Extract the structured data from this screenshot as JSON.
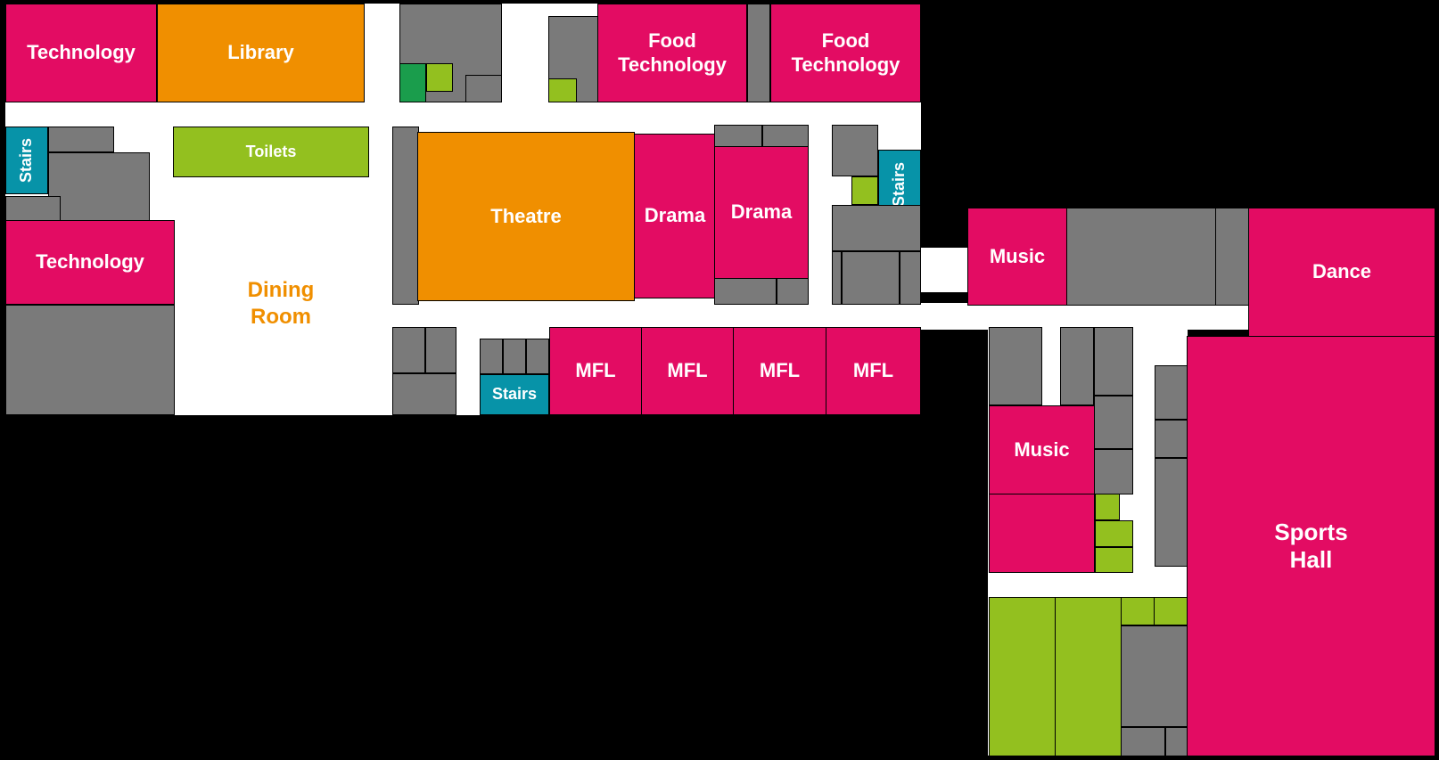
{
  "colors": {
    "teaching_room": "#e30c63",
    "hall": "#f08f00",
    "toilets": "#93c01f",
    "stairs": "#0793a8",
    "service": "#7a7a7a",
    "background": "#000000",
    "corridor": "#ffffff"
  },
  "rooms": {
    "technology_1": "Technology",
    "library": "Library",
    "food_tech_1": "Food\nTechnology",
    "food_tech_2": "Food\nTechnology",
    "stairs_left": "Stairs",
    "toilets": "Toilets",
    "technology_2": "Technology",
    "theatre": "Theatre",
    "drama_1": "Drama",
    "drama_2": "Drama",
    "stairs_right": "Stairs",
    "dining_room": "Dining\nRoom",
    "music_1": "Music",
    "dance": "Dance",
    "stairs_bottom": "Stairs",
    "mfl_1": "MFL",
    "mfl_2": "MFL",
    "mfl_3": "MFL",
    "mfl_4": "MFL",
    "music_2": "Music",
    "sports_hall": "Sports\nHall"
  }
}
